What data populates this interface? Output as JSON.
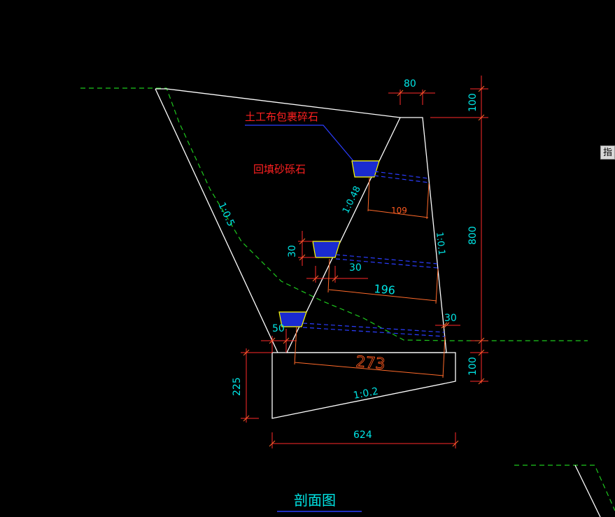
{
  "labels": {
    "geotextile": "土工布包裹碎石",
    "backfill": "回填砂砾石",
    "title": "剖面图"
  },
  "dimensions": {
    "top_width": "80",
    "top_height": "100",
    "wall_height": "800",
    "base_height_right": "100",
    "slope_back": "1:0.48",
    "slope_front": "1:0.1",
    "slope_cut": "1:0.5",
    "slope_base": "1:0.2",
    "drain1_len": "109",
    "drain_size_v": "30",
    "drain_size_h": "30",
    "drain2_len": "196",
    "gap_right": "30",
    "toe_offset": "50",
    "drain3_len": "273",
    "base_height_left": "225",
    "base_width": "624"
  },
  "side_button": "指",
  "colors": {
    "background": "#000000",
    "structure": "#ffffff",
    "dimension_line": "#ff2a2a",
    "dimension_text": "#00e5e5",
    "ground_line": "#1ec81e",
    "drain_pipe": "#2b3dff",
    "gravel_box": "#ffff00",
    "label_red": "#ff2020"
  }
}
